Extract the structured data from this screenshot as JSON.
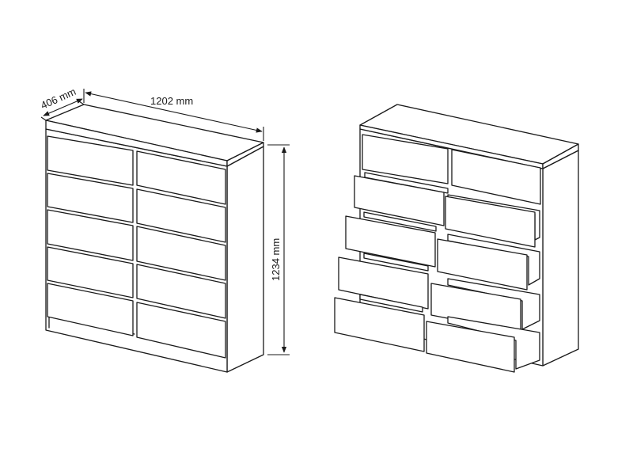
{
  "dimensions": {
    "depth": "406 mm",
    "width": "1202 mm",
    "height": "1234 mm"
  }
}
